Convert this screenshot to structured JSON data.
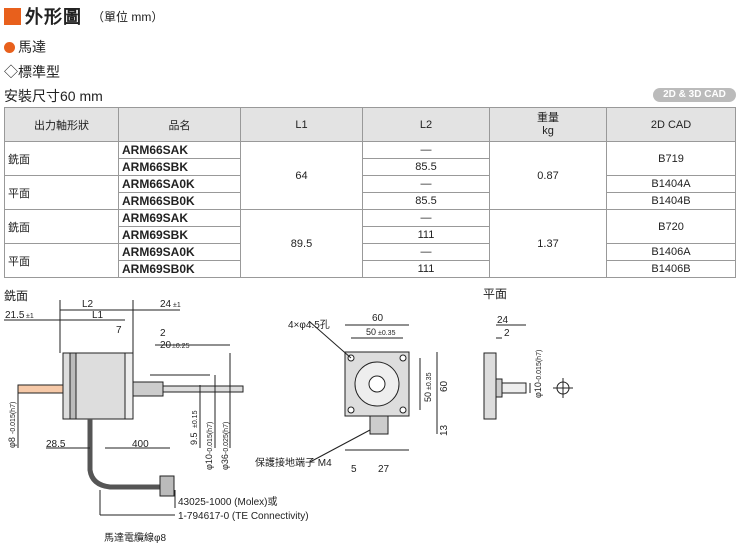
{
  "header": {
    "title": "外形圖",
    "unit": "（單位 mm）"
  },
  "section": {
    "motor": "馬達",
    "type": "◇標準型",
    "mount": "安裝尺寸60 mm",
    "cad_badge": "2D & 3D CAD"
  },
  "table": {
    "headers": [
      "出力軸形狀",
      "品名",
      "L1",
      "L2",
      "重量\nkg",
      "2D CAD"
    ],
    "shaft_a": "銑面",
    "shaft_b": "平面",
    "shaft_c": "銑面",
    "shaft_d": "平面",
    "models": [
      "ARM66SAK",
      "ARM66SBK",
      "ARM66SA0K",
      "ARM66SB0K",
      "ARM69SAK",
      "ARM69SBK",
      "ARM69SA0K",
      "ARM69SB0K"
    ],
    "l1_a": "64",
    "l1_b": "89.5",
    "l2": [
      "—",
      "85.5",
      "—",
      "85.5",
      "—",
      "111",
      "—",
      "111"
    ],
    "w_a": "0.87",
    "w_b": "1.37",
    "cad": [
      "B719",
      "B1404A",
      "B1404B",
      "B720",
      "B1406A",
      "B1406B"
    ]
  },
  "drawing": {
    "label_milled": "銑面",
    "label_flat": "平面",
    "dims": {
      "l2": "L2",
      "l1": "L1",
      "d24": "24",
      "tol24": "±1",
      "d215": "21.5",
      "tol215": "±1",
      "d7": "7",
      "d2": "2",
      "d20": "20",
      "tol20": "±0.25",
      "d285": "28.5",
      "d400": "400",
      "d95": "9.5",
      "tol95": "±0.15",
      "phi8": "φ8",
      "tol8": "-0.015(h7)",
      "phi10": "φ10",
      "tol10": "-0.015(h7)",
      "phi36": "φ36",
      "tol36": "-0.025(h7)",
      "hole": "4×φ4.5孔",
      "d60a": "60",
      "d50a": "50",
      "tol50a": "±0.35",
      "d50b": "50",
      "tol50b": "±0.35",
      "d60b": "60",
      "d13": "13",
      "d5": "5",
      "d27": "27",
      "ground": "保護接地端子 M4",
      "conn1": "43025-1000 (Molex)或",
      "conn2": "1-794617-0 (TE Connectivity)",
      "cable": "馬達電纜線φ8",
      "flat24": "24",
      "flat2": "2",
      "flatphi": "φ10",
      "flattol": "-0.015(h7)"
    }
  }
}
